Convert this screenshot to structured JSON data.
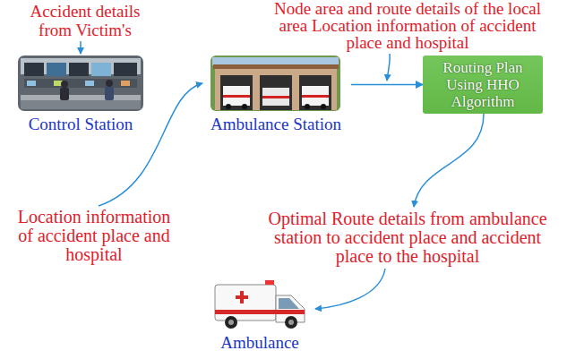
{
  "diagram": {
    "nodes": [
      {
        "text": [
          "Control Station"
        ]
      },
      {
        "text": [
          "Ambulance Station"
        ]
      },
      {
        "text": [
          "Routing Plan Using HHO Algorithm"
        ]
      },
      {
        "text": [
          "Ambulance"
        ]
      }
    ],
    "edges": [
      {
        "from": 1,
        "to": 2,
        "arrow": "to"
      }
    ],
    "labels": [
      "Accident details from Victim's",
      "Node area and route details of the local area Location information of accident place and hospital",
      "Location information of accident place and hospital",
      "Optimal Route details from ambulance station to accident place and accident place to the hospital"
    ]
  }
}
